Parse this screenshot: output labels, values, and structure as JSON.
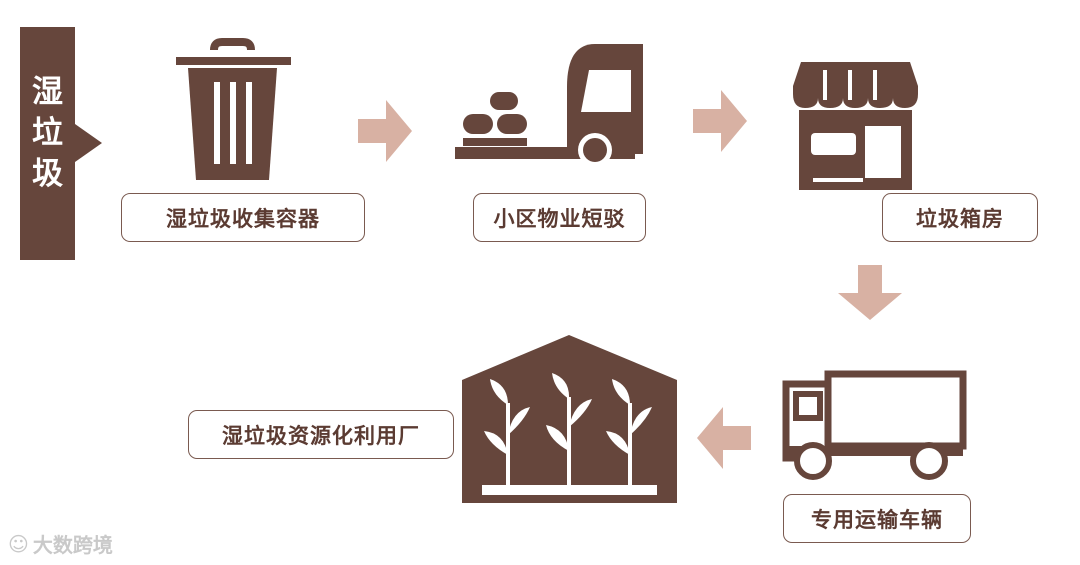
{
  "side": {
    "chars": [
      "湿",
      "垃",
      "圾"
    ]
  },
  "steps": {
    "collect": "湿垃圾收集容器",
    "shortHaul": "小区物业短驳",
    "room": "垃圾箱房",
    "vehicle": "专用运输车辆",
    "plant": "湿垃圾资源化利用厂"
  },
  "icons": [
    "trash-can-icon",
    "truck-with-bags-icon",
    "store-icon",
    "dump-truck-icon",
    "greenhouse-plant-icon"
  ],
  "watermark": {
    "mark": "☺",
    "text": "大数跨境"
  },
  "colors": {
    "primary": "#66463c",
    "arrow": "#d8b1a3",
    "text": "#5b3b32"
  }
}
